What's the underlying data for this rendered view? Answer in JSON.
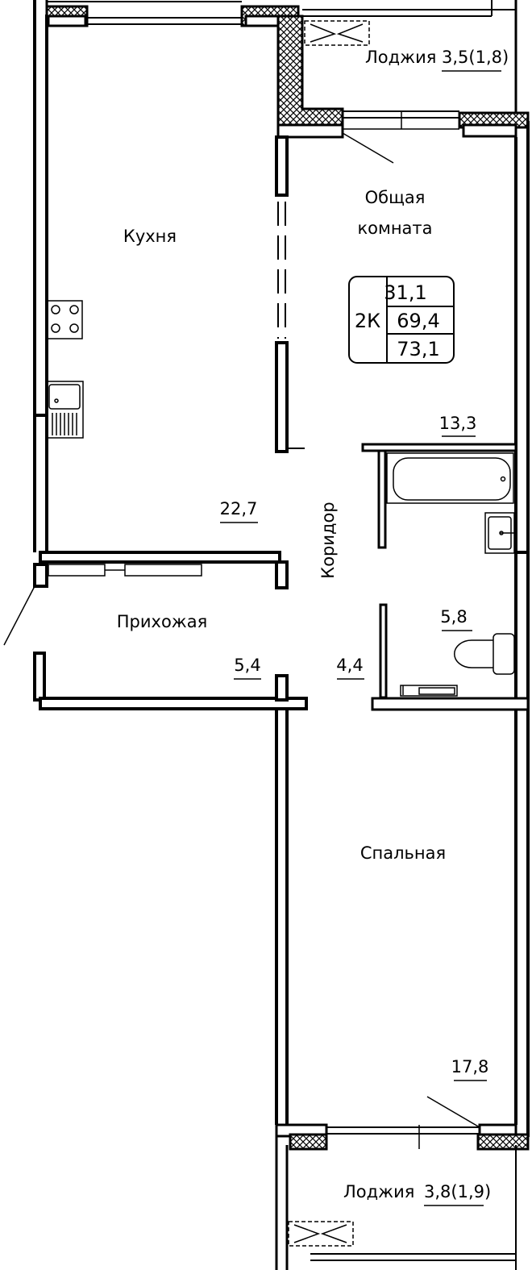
{
  "colors": {
    "line": "#000000",
    "background": "#ffffff",
    "hatch": "#000000"
  },
  "rooms": {
    "loggia_top": {
      "name": "Лоджия",
      "area": "3,5(1,8)"
    },
    "living": {
      "name_line1": "Общая",
      "name_line2": "комната",
      "area": "13,3"
    },
    "kitchen": {
      "name": "Кухня",
      "area": "22,7"
    },
    "corridor": {
      "name": "Коридор",
      "area": "4,4"
    },
    "hall": {
      "name": "Прихожая",
      "area": "5,4"
    },
    "bath": {
      "area": "5,8"
    },
    "bedroom": {
      "name": "Спальная",
      "area": "17,8"
    },
    "loggia_bottom": {
      "name": "Лоджия",
      "area": "3,8(1,9)"
    }
  },
  "summary": {
    "type": "2К",
    "living_area": "31,1",
    "total_area": "69,4",
    "total_with_loggia": "73,1"
  },
  "icons": [
    "stove-icon",
    "sink-icon",
    "bathtub-icon",
    "washbasin-icon",
    "toilet-icon",
    "door-swing-icon",
    "ac-unit-icon"
  ]
}
